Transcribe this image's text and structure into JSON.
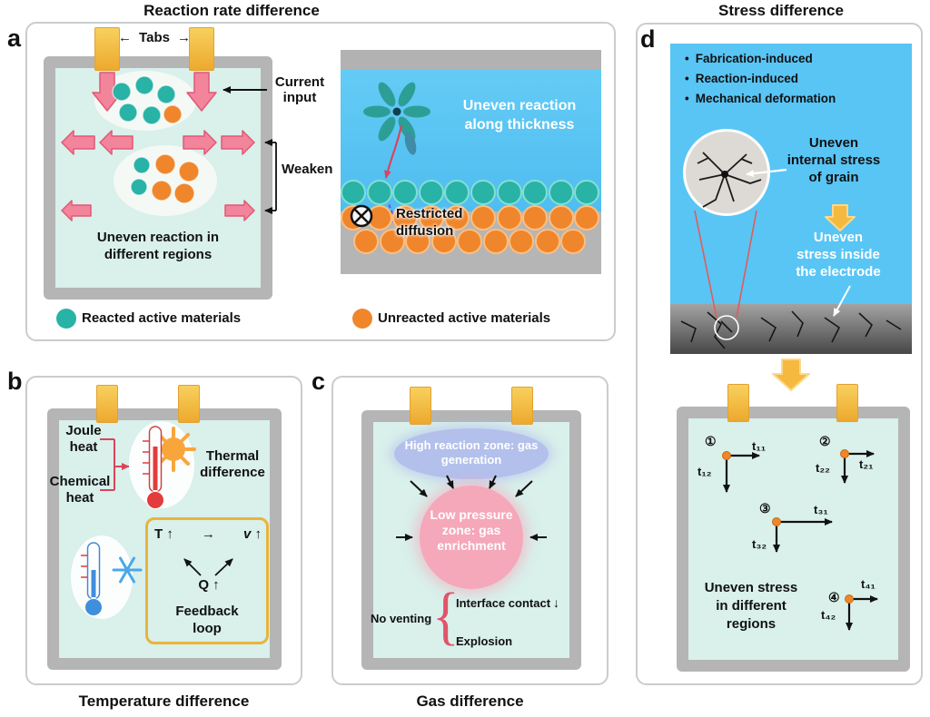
{
  "titles": {
    "reaction_rate": "Reaction rate difference",
    "stress": "Stress difference",
    "temperature": "Temperature difference",
    "gas": "Gas difference"
  },
  "panel_a": {
    "label": "a",
    "tabs_label": "Tabs",
    "arrow_left": "←",
    "arrow_right": "→",
    "current_input": "Current input",
    "weaken": "Weaken",
    "uneven_regions": "Uneven reaction in different regions",
    "uneven_thickness": "Uneven reaction along thickness",
    "restricted_diffusion": "Restricted diffusion",
    "legend": [
      {
        "color": "#29b2a6",
        "label": "Reacted active materials"
      },
      {
        "color": "#f0862b",
        "label": "Unreacted active materials"
      }
    ]
  },
  "panel_b": {
    "label": "b",
    "joule_heat": "Joule heat",
    "chemical_heat": "Chemical heat",
    "thermal_difference": "Thermal difference",
    "loop_t": "T ↑",
    "loop_arrow": "→",
    "loop_v": "v ↑",
    "loop_q": "Q ↑",
    "feedback_loop": "Feedback loop"
  },
  "panel_c": {
    "label": "c",
    "high_zone": "High reaction zone: gas generation",
    "low_zone": "Low pressure zone:  gas enrichment",
    "no_venting": "No venting",
    "brace": "{",
    "interface_contact": "Interface contact",
    "down_arrow": "↓",
    "explosion": "Explosion"
  },
  "panel_d": {
    "label": "d",
    "bullet": "•",
    "bullets": [
      "Fabrication-induced",
      "Reaction-induced",
      "Mechanical deformation"
    ],
    "grain_stress": "Uneven internal stress of grain",
    "electrode_stress": "Uneven stress inside the electrode",
    "uneven_regions": "Uneven stress in different regions",
    "points": [
      {
        "id": "①",
        "t1": "t₁₁",
        "t2": "t₁₂"
      },
      {
        "id": "②",
        "t1": "t₂₁",
        "t2": "t₂₂"
      },
      {
        "id": "③",
        "t1": "t₃₁",
        "t2": "t₃₂"
      },
      {
        "id": "④",
        "t1": "t₄₁",
        "t2": "t₄₂"
      }
    ]
  },
  "colors": {
    "teal": "#29b2a6",
    "orange": "#f0862b",
    "mint": "#d9f0eb",
    "sky_blue": "#58c4f4",
    "tab_yellow": "#f3b33c",
    "pink_arrow": "#f2849b",
    "accent_red": "#d9455c",
    "purple": "#7a52cc",
    "gold": "#e7b53a"
  }
}
